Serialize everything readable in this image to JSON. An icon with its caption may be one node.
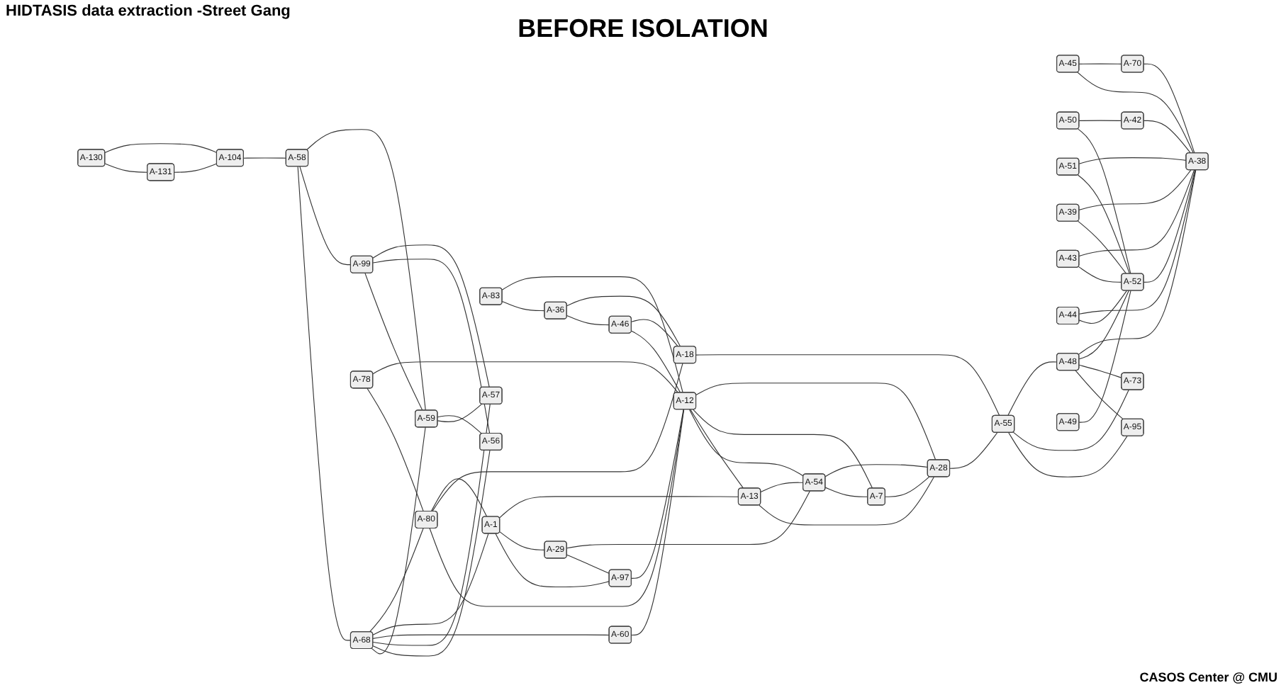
{
  "diagram": {
    "title": "BEFORE ISOLATION",
    "nodes": [
      {
        "text": [
          "A-130"
        ]
      },
      {
        "text": [
          "A-131"
        ]
      },
      {
        "text": [
          "A-104"
        ]
      },
      {
        "text": [
          "A-68"
        ]
      },
      {
        "text": [
          "A-58"
        ]
      },
      {
        "text": [
          "A-83"
        ]
      },
      {
        "text": [
          "A-36"
        ]
      },
      {
        "text": [
          "A-99"
        ]
      },
      {
        "text": [
          "A-59"
        ]
      },
      {
        "text": [
          "A-45"
        ]
      },
      {
        "text": [
          "A-50"
        ]
      },
      {
        "text": [
          "A-51"
        ]
      },
      {
        "text": [
          "A-46"
        ]
      },
      {
        "text": [
          "A-78"
        ]
      },
      {
        "text": [
          "A-55"
        ]
      },
      {
        "text": [
          "A-39"
        ]
      },
      {
        "text": [
          "A-43"
        ]
      },
      {
        "text": [
          "A-60"
        ]
      },
      {
        "text": [
          "A-80"
        ]
      },
      {
        "text": [
          "A-18"
        ]
      },
      {
        "text": [
          "A-56"
        ]
      },
      {
        "text": [
          "A-57"
        ]
      },
      {
        "text": [
          "A-52"
        ]
      },
      {
        "text": [
          "A-38"
        ]
      },
      {
        "text": [
          "A-12"
        ]
      },
      {
        "text": [
          "A-44"
        ]
      },
      {
        "text": [
          "A-97"
        ]
      },
      {
        "text": [
          "A-1"
        ]
      },
      {
        "text": [
          "A-48"
        ]
      },
      {
        "text": [
          "A-49"
        ]
      },
      {
        "text": [
          "A-13"
        ]
      },
      {
        "text": [
          "A-28"
        ]
      },
      {
        "text": [
          "A-42"
        ]
      },
      {
        "text": [
          "A-70"
        ]
      },
      {
        "text": [
          "A-95"
        ]
      },
      {
        "text": [
          "A-29"
        ]
      },
      {
        "text": [
          "A-54"
        ]
      },
      {
        "text": [
          "A-7"
        ]
      },
      {
        "text": [
          "A-73"
        ]
      }
    ],
    "edges": [
      {
        "from": 0,
        "to": 1,
        "arrow": "none"
      },
      {
        "from": 0,
        "to": 2,
        "arrow": "none"
      },
      {
        "from": 1,
        "to": 2,
        "arrow": "none"
      },
      {
        "from": 2,
        "to": 4,
        "arrow": "none"
      },
      {
        "from": 4,
        "to": 3,
        "arrow": "none"
      },
      {
        "from": 4,
        "to": 7,
        "arrow": "none"
      },
      {
        "from": 4,
        "to": 8,
        "arrow": "none"
      },
      {
        "from": 7,
        "to": 8,
        "arrow": "none"
      },
      {
        "from": 7,
        "to": 20,
        "arrow": "none"
      },
      {
        "from": 7,
        "to": 21,
        "arrow": "none"
      },
      {
        "from": 8,
        "to": 21,
        "arrow": "none"
      },
      {
        "from": 8,
        "to": 20,
        "arrow": "none"
      },
      {
        "from": 3,
        "to": 8,
        "arrow": "none"
      },
      {
        "from": 3,
        "to": 20,
        "arrow": "none"
      },
      {
        "from": 3,
        "to": 21,
        "arrow": "none"
      },
      {
        "from": 3,
        "to": 17,
        "arrow": "none"
      },
      {
        "from": 3,
        "to": 27,
        "arrow": "none"
      },
      {
        "from": 3,
        "to": 18,
        "arrow": "none"
      },
      {
        "from": 17,
        "to": 24,
        "arrow": "none"
      },
      {
        "from": 18,
        "to": 24,
        "arrow": "none"
      },
      {
        "from": 5,
        "to": 6,
        "arrow": "none"
      },
      {
        "from": 5,
        "to": 24,
        "arrow": "none"
      },
      {
        "from": 6,
        "to": 12,
        "arrow": "none"
      },
      {
        "from": 12,
        "to": 24,
        "arrow": "none"
      },
      {
        "from": 6,
        "to": 19,
        "arrow": "none"
      },
      {
        "from": 12,
        "to": 19,
        "arrow": "none"
      },
      {
        "from": 18,
        "to": 19,
        "arrow": "none"
      },
      {
        "from": 19,
        "to": 14,
        "arrow": "none"
      },
      {
        "from": 13,
        "to": 18,
        "arrow": "none"
      },
      {
        "from": 18,
        "to": 27,
        "arrow": "none"
      },
      {
        "from": 13,
        "to": 24,
        "arrow": "none"
      },
      {
        "from": 27,
        "to": 26,
        "arrow": "none"
      },
      {
        "from": 26,
        "to": 24,
        "arrow": "none"
      },
      {
        "from": 35,
        "to": 26,
        "arrow": "none"
      },
      {
        "from": 27,
        "to": 35,
        "arrow": "none"
      },
      {
        "from": 27,
        "to": 30,
        "arrow": "none"
      },
      {
        "from": 30,
        "to": 31,
        "arrow": "none"
      },
      {
        "from": 35,
        "to": 36,
        "arrow": "none"
      },
      {
        "from": 36,
        "to": 37,
        "arrow": "none"
      },
      {
        "from": 36,
        "to": 31,
        "arrow": "none"
      },
      {
        "from": 24,
        "to": 36,
        "arrow": "none"
      },
      {
        "from": 24,
        "to": 30,
        "arrow": "none"
      },
      {
        "from": 24,
        "to": 37,
        "arrow": "none"
      },
      {
        "from": 24,
        "to": 31,
        "arrow": "none"
      },
      {
        "from": 37,
        "to": 31,
        "arrow": "none"
      },
      {
        "from": 30,
        "to": 36,
        "arrow": "none"
      },
      {
        "from": 31,
        "to": 14,
        "arrow": "none"
      },
      {
        "from": 14,
        "to": 34,
        "arrow": "none"
      },
      {
        "from": 14,
        "to": 38,
        "arrow": "none"
      },
      {
        "from": 14,
        "to": 28,
        "arrow": "none"
      },
      {
        "from": 28,
        "to": 34,
        "arrow": "none"
      },
      {
        "from": 28,
        "to": 38,
        "arrow": "none"
      },
      {
        "from": 28,
        "to": 22,
        "arrow": "none"
      },
      {
        "from": 28,
        "to": 23,
        "arrow": "none"
      },
      {
        "from": 15,
        "to": 22,
        "arrow": "none"
      },
      {
        "from": 15,
        "to": 23,
        "arrow": "none"
      },
      {
        "from": 10,
        "to": 22,
        "arrow": "none"
      },
      {
        "from": 10,
        "to": 32,
        "arrow": "none"
      },
      {
        "from": 11,
        "to": 22,
        "arrow": "none"
      },
      {
        "from": 11,
        "to": 23,
        "arrow": "none"
      },
      {
        "from": 16,
        "to": 22,
        "arrow": "none"
      },
      {
        "from": 16,
        "to": 23,
        "arrow": "none"
      },
      {
        "from": 25,
        "to": 22,
        "arrow": "none"
      },
      {
        "from": 25,
        "to": 23,
        "arrow": "none"
      },
      {
        "from": 9,
        "to": 23,
        "arrow": "none"
      },
      {
        "from": 9,
        "to": 33,
        "arrow": "none"
      },
      {
        "from": 29,
        "to": 22,
        "arrow": "none"
      },
      {
        "from": 32,
        "to": 23,
        "arrow": "none"
      },
      {
        "from": 33,
        "to": 23,
        "arrow": "none"
      },
      {
        "from": 22,
        "to": 23,
        "arrow": "none"
      }
    ],
    "labels": [
      "HIDTASIS data extraction -Street Gang",
      "CASOS Center @ CMU"
    ]
  }
}
